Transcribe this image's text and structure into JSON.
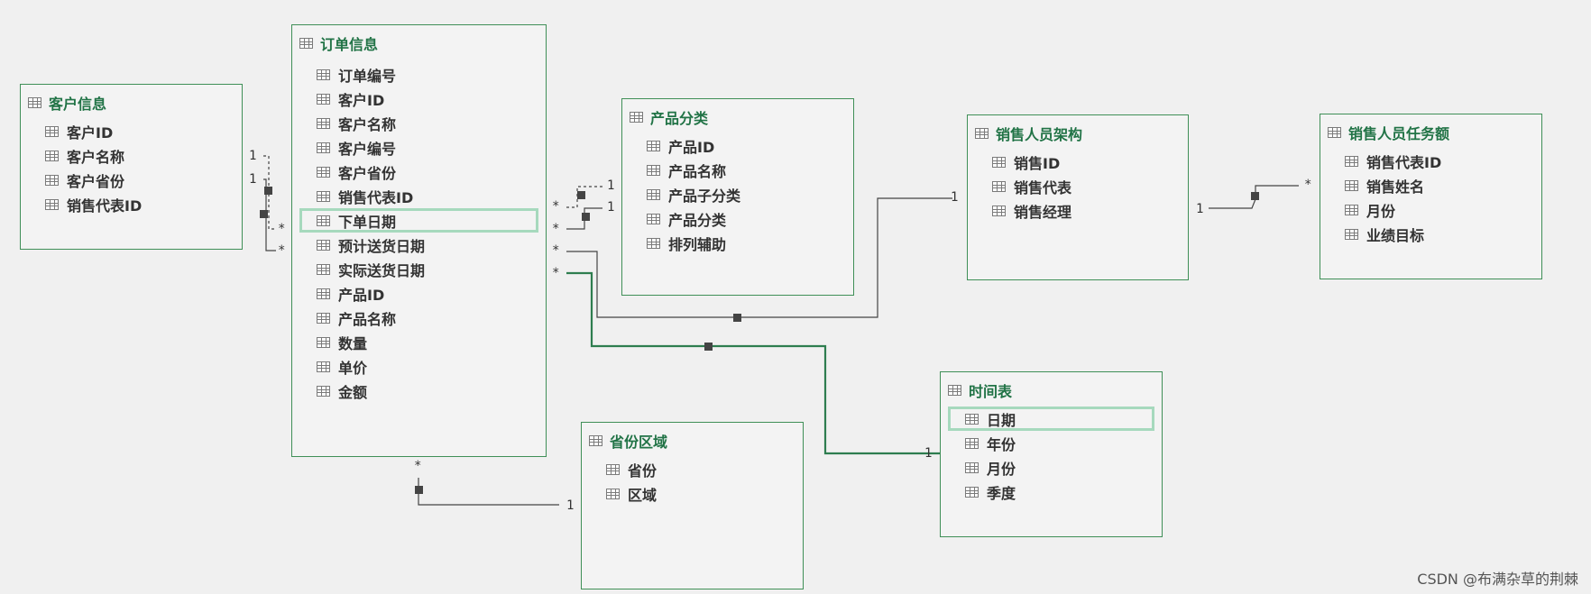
{
  "tables": {
    "customer": {
      "title": "客户信息",
      "fields": [
        "客户ID",
        "客户名称",
        "客户省份",
        "销售代表ID"
      ]
    },
    "order": {
      "title": "订单信息",
      "fields": [
        "订单编号",
        "客户ID",
        "客户名称",
        "客户编号",
        "客户省份",
        "销售代表ID",
        "下单日期",
        "预计送货日期",
        "实际送货日期",
        "产品ID",
        "产品名称",
        "数量",
        "单价",
        "金额"
      ]
    },
    "product": {
      "title": "产品分类",
      "fields": [
        "产品ID",
        "产品名称",
        "产品子分类",
        "产品分类",
        "排列辅助"
      ]
    },
    "sales_org": {
      "title": "销售人员架构",
      "fields": [
        "销售ID",
        "销售代表",
        "销售经理"
      ]
    },
    "sales_target": {
      "title": "销售人员任务额",
      "fields": [
        "销售代表ID",
        "销售姓名",
        "月份",
        "业绩目标"
      ]
    },
    "date_table": {
      "title": "时间表",
      "fields": [
        "日期",
        "年份",
        "月份",
        "季度"
      ]
    },
    "region": {
      "title": "省份区域",
      "fields": [
        "省份",
        "区域"
      ]
    }
  },
  "labels": {
    "one": "1",
    "many": "*"
  },
  "watermark": "CSDN @布满杂草的荆棘",
  "colors": {
    "border": "#3f8f57",
    "title": "#217346",
    "highlight": "#a6d9bd",
    "active_line": "#2e7d4f",
    "line": "#444444"
  }
}
